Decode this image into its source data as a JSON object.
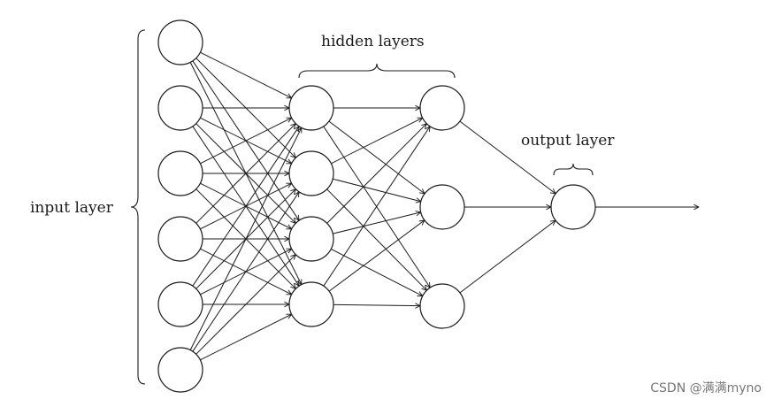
{
  "labels": {
    "input": "input layer",
    "hidden": "hidden layers",
    "output": "output layer"
  },
  "layers": [
    {
      "name": "input",
      "neurons": 6
    },
    {
      "name": "hidden-1",
      "neurons": 4
    },
    {
      "name": "hidden-2",
      "neurons": 3
    },
    {
      "name": "output",
      "neurons": 1
    }
  ],
  "connectivity": "fully-connected",
  "output_arrow": true,
  "watermark": "CSDN @满满myno",
  "colors": {
    "ink": "#1a1a1a",
    "watermark": "#777777"
  }
}
